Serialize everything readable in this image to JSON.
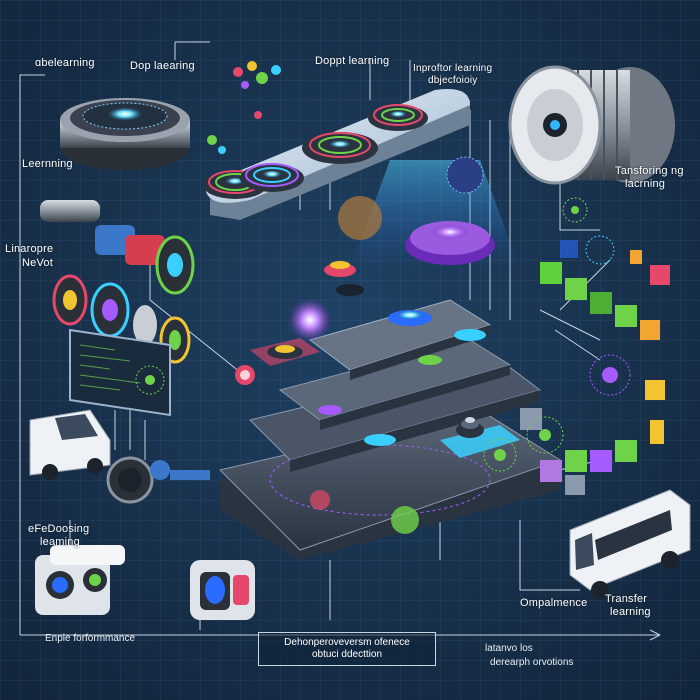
{
  "labels": {
    "top_left": "ɑbelearning",
    "deep_learning_left": "Dop laearing",
    "deep_learning_center": "Doppt learning",
    "transfer_objectives": [
      "Inproftor learning",
      "dbjecfoioiy"
    ],
    "transfer_learning_right": [
      "Tansforing ng",
      "lacrning"
    ],
    "learning_left": "Leernning",
    "unsupervised": [
      "Linaropre",
      "NeVot"
    ],
    "federated_learning": [
      "eFeDoosing",
      "leaming"
    ],
    "compariance": "Ompalmence",
    "transfer_learning_bottom": [
      "Transfer",
      "learning"
    ],
    "enhance_performance": "Enple forformmance",
    "object_detection_box": [
      "Dehonperoveversm ofenece",
      "obtuci ddecttion"
    ],
    "bottom_right": [
      "latanvo los",
      "derearph orvotions"
    ]
  },
  "colors": {
    "background": "#17304a",
    "accent_cyan": "#39d0ff",
    "accent_purple": "#a55bff",
    "accent_green": "#6fd34a",
    "accent_red": "#e5486a",
    "platform": "#4a5668"
  }
}
